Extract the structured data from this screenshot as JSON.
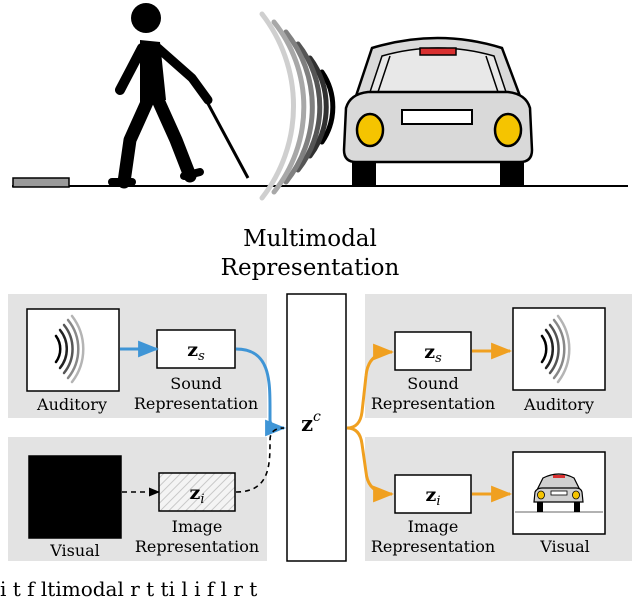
{
  "title_line1": "Multimodal",
  "title_line2": "Representation",
  "labels": {
    "auditory_in": "Auditory",
    "sound_rep_in_1": "Sound",
    "sound_rep_in_2": "Representation",
    "visual_in": "Visual",
    "image_rep_in_1": "Image",
    "image_rep_in_2": "Representation",
    "sound_rep_out_1": "Sound",
    "sound_rep_out_2": "Representation",
    "auditory_out": "Auditory",
    "image_rep_out_1": "Image",
    "image_rep_out_2": "Representation",
    "visual_out": "Visual"
  },
  "symbols": {
    "z": "z",
    "sub_s": "s",
    "sub_i": "i",
    "sup_c": "c"
  },
  "caption_fragment": "i     t     f    ltimodal      r   t ti   l   i   f   l   r   t",
  "colors": {
    "panel": "#e3e3e3",
    "blue_arrow": "#3f95d6",
    "orange_arrow": "#f0a020",
    "headlight": "#f5c400",
    "brake_light": "#d83030",
    "car_body": "#d9d9d9"
  }
}
